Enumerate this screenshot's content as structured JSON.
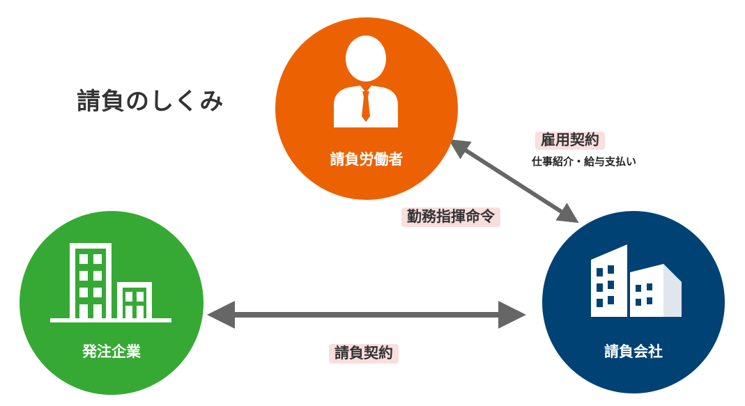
{
  "title": "請負のしくみ",
  "nodes": {
    "worker": {
      "label": "請負労働者",
      "color": "#ec6202",
      "icon": "person-icon"
    },
    "client": {
      "label": "発注企業",
      "color": "#36a935",
      "icon": "building-icon"
    },
    "contractor": {
      "label": "請負会社",
      "color": "#004274",
      "icon": "buildings-icon"
    }
  },
  "relations": {
    "employment": {
      "label": "雇用契約",
      "note": "仕事紹介・給与支払い"
    },
    "command": {
      "label": "勤務指揮命令"
    },
    "contract": {
      "label": "請負契約"
    }
  },
  "colors": {
    "arrow": "#666666",
    "tag_background": "#f9dede",
    "text": "#333333"
  }
}
